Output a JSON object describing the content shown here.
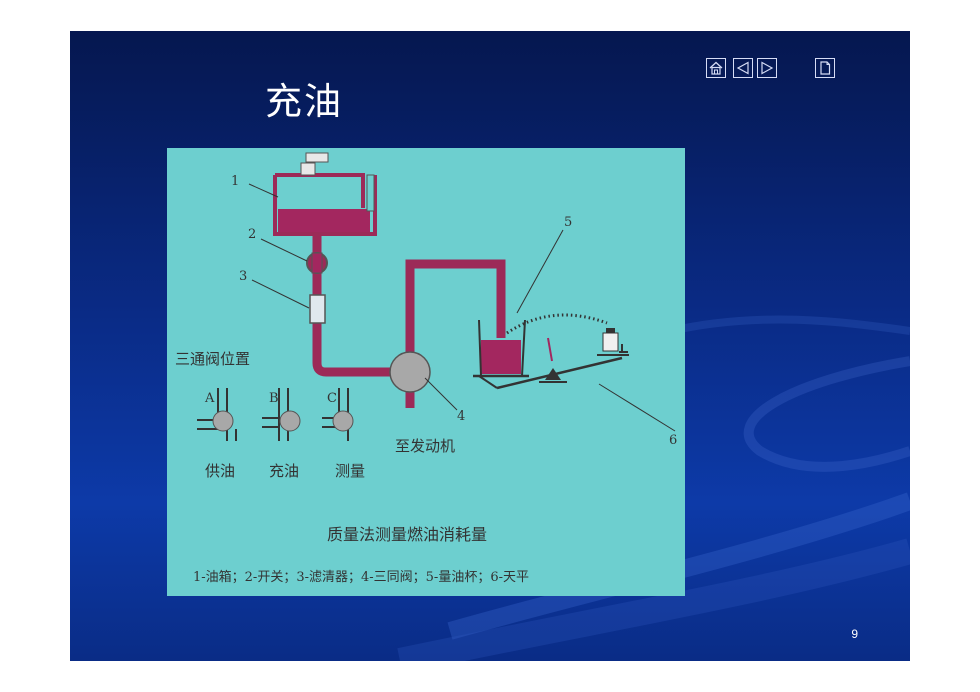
{
  "slide": {
    "title": "充油",
    "page_number": "9"
  },
  "nav": {
    "buttons": [
      {
        "name": "home",
        "icon": "home-icon"
      },
      {
        "name": "previous",
        "icon": "triangle-left-icon"
      },
      {
        "name": "next",
        "icon": "triangle-right-icon"
      },
      {
        "name": "document",
        "icon": "page-icon"
      }
    ]
  },
  "diagram": {
    "callouts": [
      "1",
      "2",
      "3",
      "4",
      "5",
      "6"
    ],
    "valve_section_title": "三通阀位置",
    "valve_positions": [
      {
        "letter": "A",
        "caption": "供油"
      },
      {
        "letter": "B",
        "caption": "充油"
      },
      {
        "letter": "C",
        "caption": "测量"
      }
    ],
    "to_engine_label": "至发动机",
    "caption": "质量法测量燃油消耗量",
    "legend": "1-油箱；2-开关；3-滤清器；4-三同阀；5-量油杯；6-天平"
  },
  "colors": {
    "slide_background": "#0a2b86",
    "figure_background": "#6dcfcf",
    "pipe": "#9c2a58",
    "fuel": "#a3275f",
    "valve": "#a8a8a8"
  }
}
